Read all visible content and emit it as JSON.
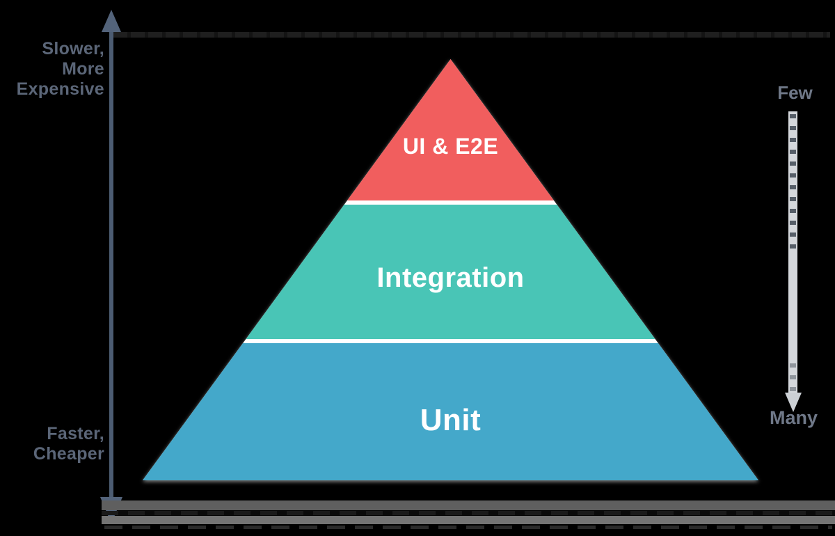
{
  "background": "#000000",
  "pyramid": {
    "levels": [
      {
        "label": "UI & E2E",
        "color": "#F15E5E"
      },
      {
        "label": "Integration",
        "color": "#49C5B6"
      },
      {
        "label": "Unit",
        "color": "#44A8CA"
      }
    ],
    "divider_color": "#FFFFFF",
    "edge_shadow_color": "#969696"
  },
  "left_axis": {
    "top_label_lines": [
      "Slower,",
      "More",
      "Expensive"
    ],
    "bottom_label_lines": [
      "Faster,",
      "Cheaper"
    ],
    "line_color": "#4C5C72",
    "label_color": "#5B6678"
  },
  "right_scale": {
    "top_label": "Few",
    "bottom_label": "Many",
    "label_color": "#6F7888",
    "line_color": "#D5D8DC",
    "dash_color": "#565E68"
  },
  "artifacts": {
    "top_line_color": "#1F1F1F",
    "bottom_bar_1_color": "#5F5F5F",
    "bottom_bar_2_color": "#747474"
  }
}
